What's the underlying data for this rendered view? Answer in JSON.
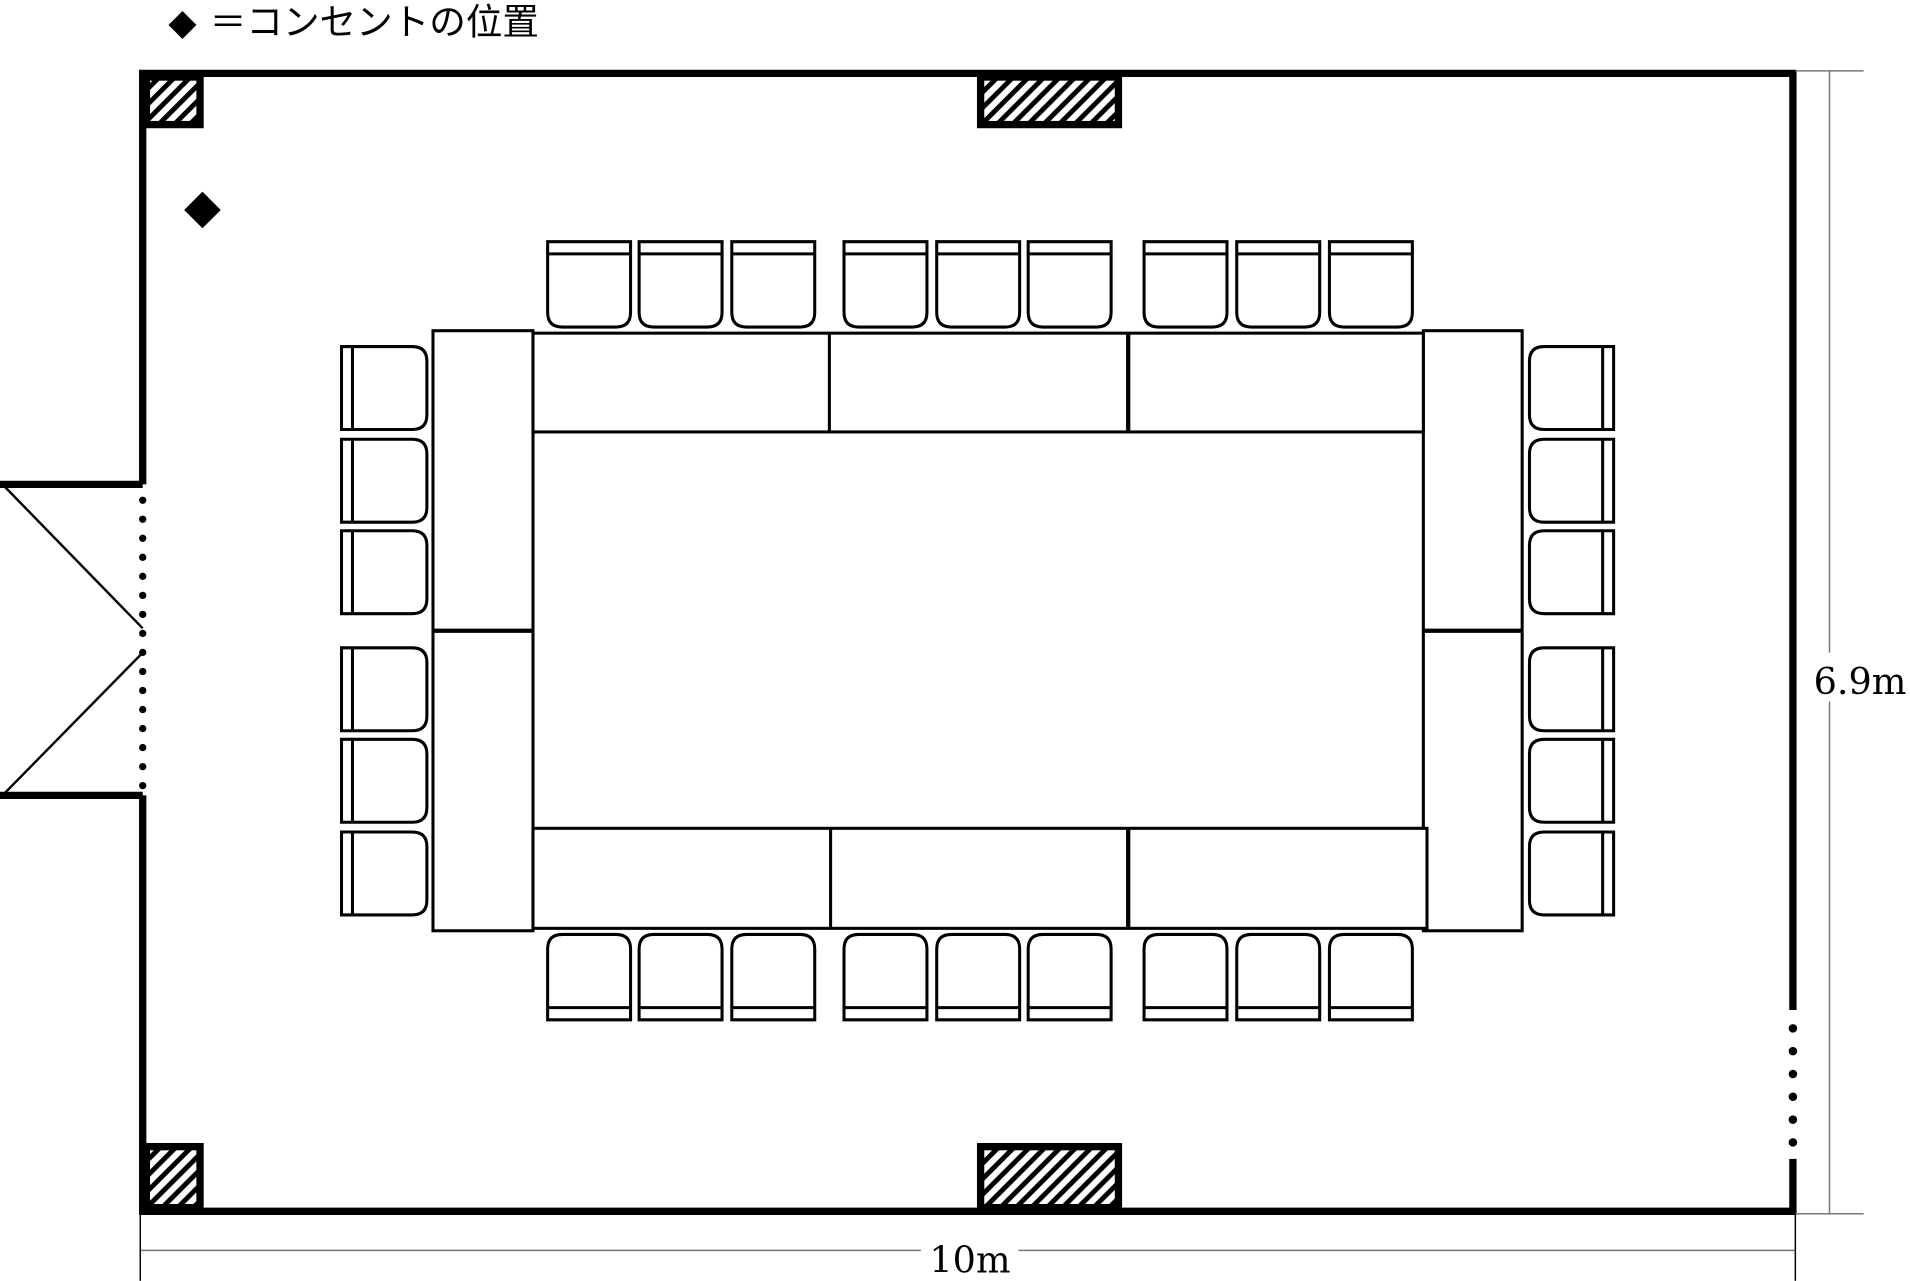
{
  "legend": {
    "symbol": "◆",
    "text": "＝コンセントの位置"
  },
  "dimensions": {
    "width_label": "10m",
    "height_label": "6.9m"
  },
  "colors": {
    "wall": "#000000",
    "dimension_line": "#777777"
  }
}
